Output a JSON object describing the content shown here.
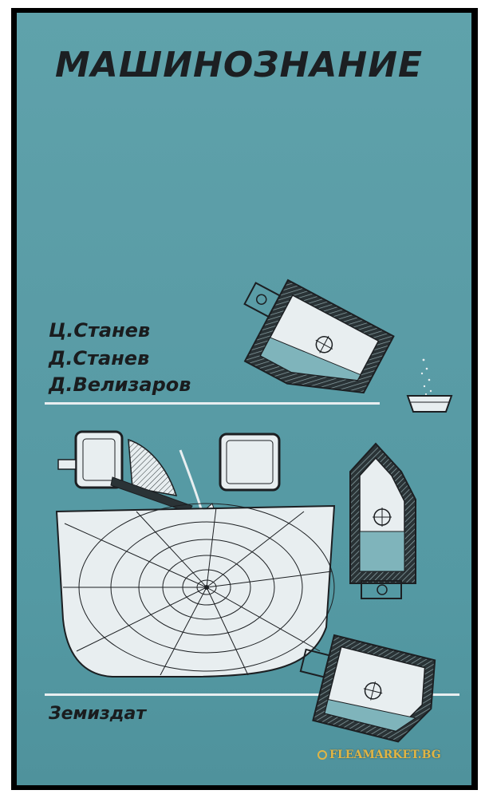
{
  "book": {
    "title": "МАШИНОЗНАНИЕ",
    "authors": [
      "Ц.Станев",
      "Д.Станев",
      "Д.Велизаров"
    ],
    "publisher": "Земиздат"
  },
  "watermark": {
    "text": "FLEAMARKET.BG",
    "icon": "coin-icon"
  },
  "colors": {
    "cover": "#5a9ca6",
    "ink": "#1c1f22",
    "paper": "#e8eef0",
    "watermark": "#e0b545"
  }
}
